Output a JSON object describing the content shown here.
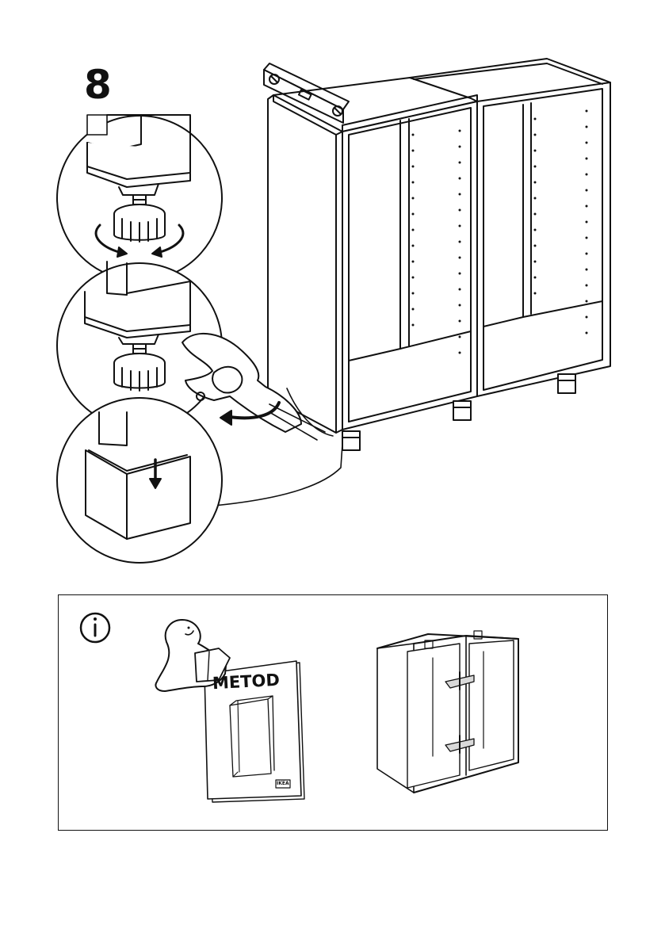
{
  "step": {
    "number": "8"
  },
  "info_panel": {
    "info_icon": "info-icon",
    "manual_title": "METOD",
    "logo_text": "IKEA"
  },
  "colors": {
    "line": "#111111",
    "background": "#ffffff",
    "shade": "#d9d9d9"
  }
}
